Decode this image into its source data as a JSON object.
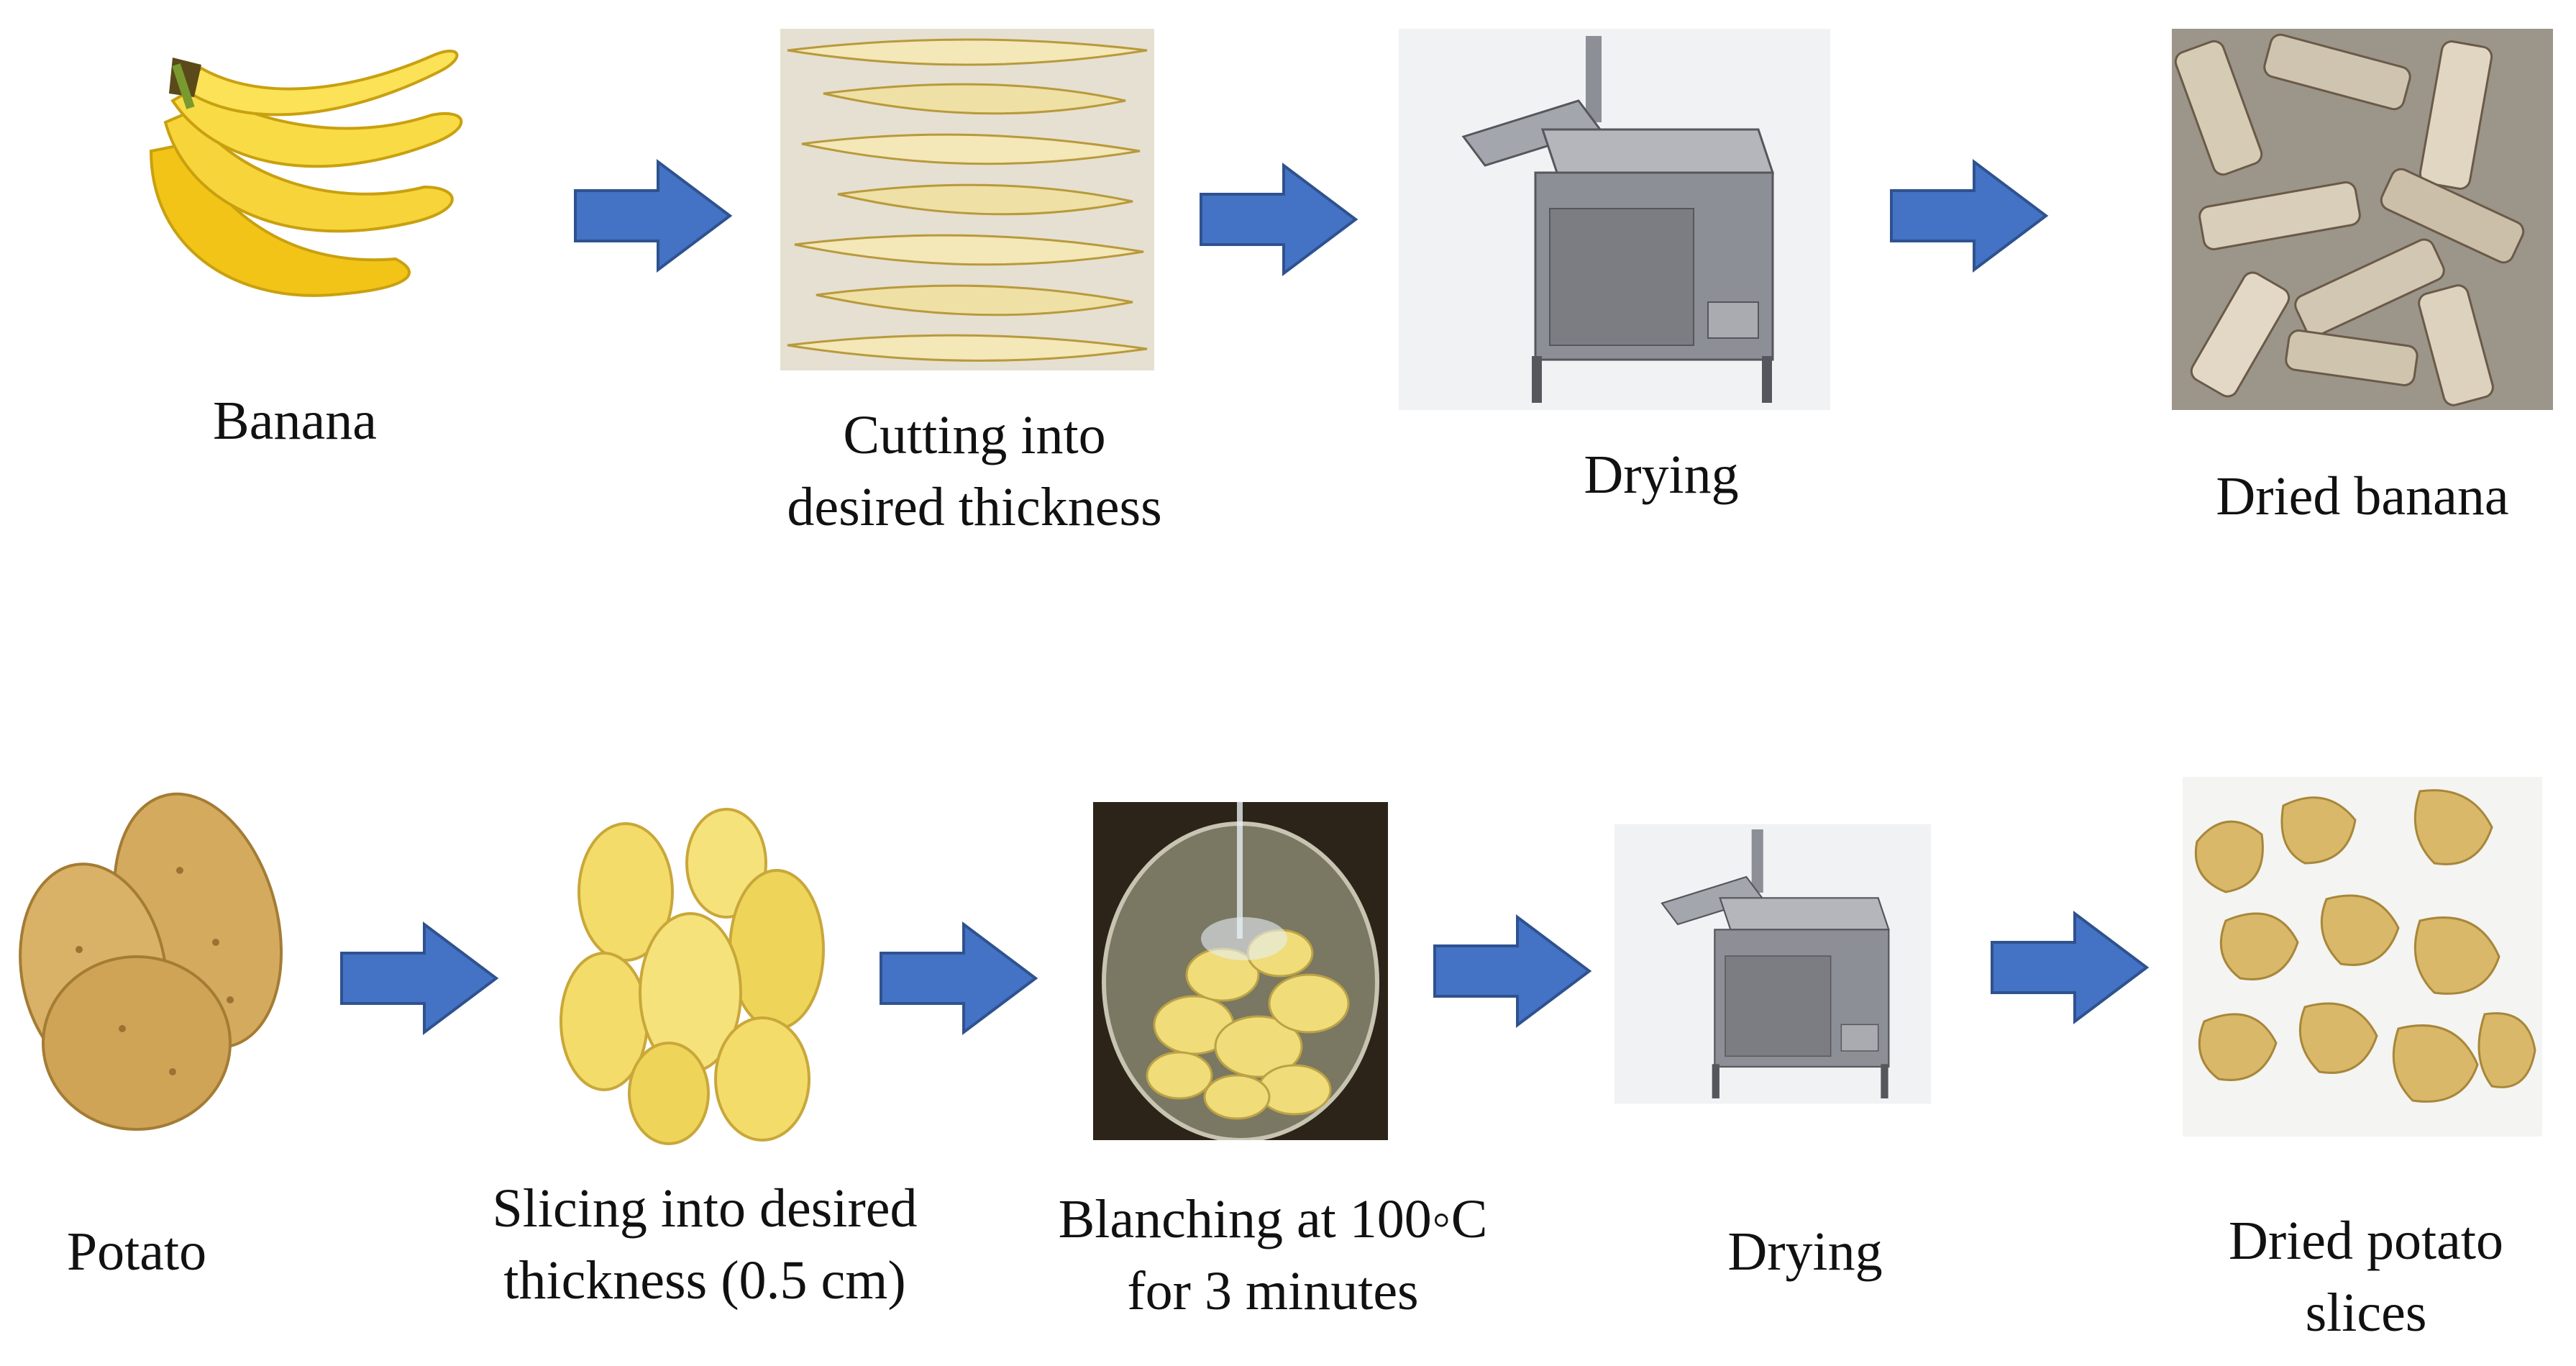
{
  "colors": {
    "arrow_fill": "#4472c4",
    "arrow_stroke": "#2f528f",
    "banana_yellow": "#f6d23a",
    "potato_skin": "#caa25a",
    "slice_yellow": "#f3dc6a",
    "dryer_gray": "#8d8f96",
    "dried_banana": "#cfc4b0",
    "dried_potato": "#d9b86a"
  },
  "banana_row": {
    "steps": [
      {
        "id": "banana",
        "icon": "banana-bunch-icon",
        "label_lines": [
          "Banana"
        ]
      },
      {
        "id": "cutting",
        "icon": "cut-banana-slices-icon",
        "label_lines": [
          "Cutting into",
          "desired thickness"
        ]
      },
      {
        "id": "drying",
        "icon": "dryer-machine-icon",
        "label_lines": [
          "Drying"
        ]
      },
      {
        "id": "dried-banana",
        "icon": "dried-banana-pieces-icon",
        "label_lines": [
          "Dried banana"
        ]
      }
    ]
  },
  "potato_row": {
    "steps": [
      {
        "id": "potato",
        "icon": "potatoes-icon",
        "label_lines": [
          "Potato"
        ]
      },
      {
        "id": "slicing",
        "icon": "potato-slices-icon",
        "label_lines": [
          "Slicing into desired",
          "thickness (0.5 cm)"
        ]
      },
      {
        "id": "blanching",
        "icon": "blanching-bowl-icon",
        "label_lines": [
          "Blanching at 100◦C",
          "for 3 minutes"
        ]
      },
      {
        "id": "drying",
        "icon": "dryer-machine-icon",
        "label_lines": [
          "Drying"
        ]
      },
      {
        "id": "dried-potato",
        "icon": "dried-potato-slices-icon",
        "label_lines": [
          "Dried potato",
          "slices"
        ]
      }
    ]
  }
}
